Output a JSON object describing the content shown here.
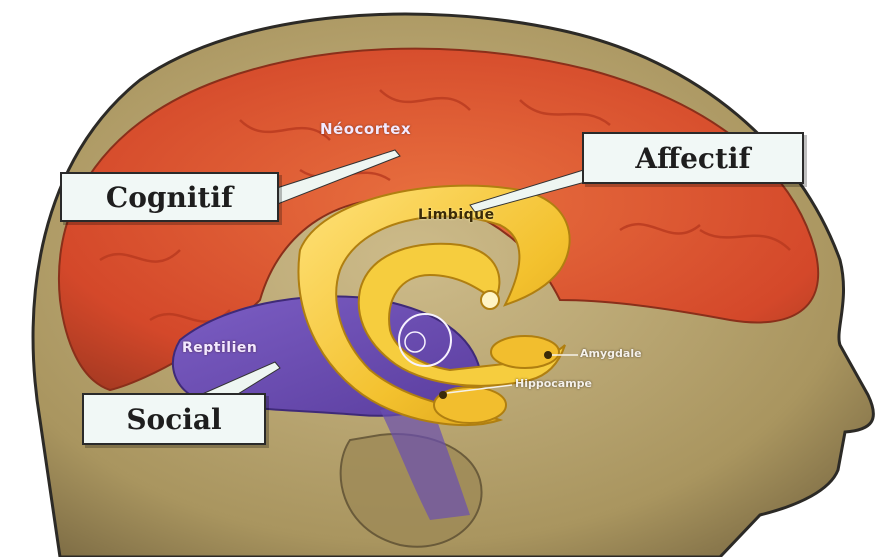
{
  "regions": {
    "neocortex": "Néocortex",
    "limbique": "Limbique",
    "reptilien": "Reptilien",
    "amygdale": "Amygdale",
    "hippocampe": "Hippocampe"
  },
  "callouts": {
    "cognitif": "Cognitif",
    "affectif": "Affectif",
    "social": "Social"
  },
  "colors": {
    "neocortex": "#d9502e",
    "limbic": "#f1c231",
    "reptilian": "#6e4fb5",
    "skin": "#b9a678"
  }
}
